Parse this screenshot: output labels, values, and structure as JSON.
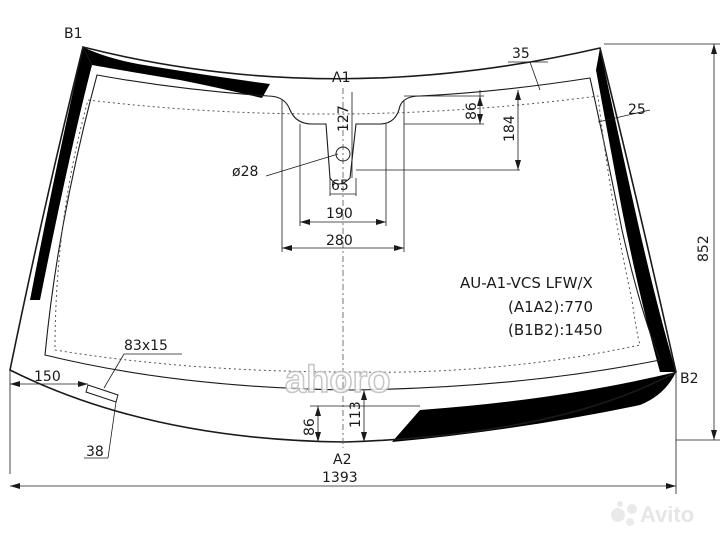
{
  "points": {
    "b1": "B1",
    "b2": "B2",
    "a1": "A1",
    "a2": "A2"
  },
  "dimensions": {
    "d35": "35",
    "d25": "25",
    "d127": "127",
    "d86_top": "86",
    "d184": "184",
    "d28": "ø28",
    "d65": "65",
    "d190": "190",
    "d280": "280",
    "d852": "852",
    "d83x15": "83x15",
    "d150": "150",
    "d38": "38",
    "d86_bottom": "86",
    "d113": "113",
    "d1393": "1393"
  },
  "spec": {
    "code": "AU-A1-VCS LFW/X",
    "a1a2": "(A1A2):770",
    "b1b2": "(B1B2):1450"
  },
  "watermarks": {
    "center": "ahoro",
    "corner": "Avito"
  },
  "colors": {
    "line": "#1a1a1a",
    "ceramic": "#000000",
    "dotted": "#555555"
  }
}
